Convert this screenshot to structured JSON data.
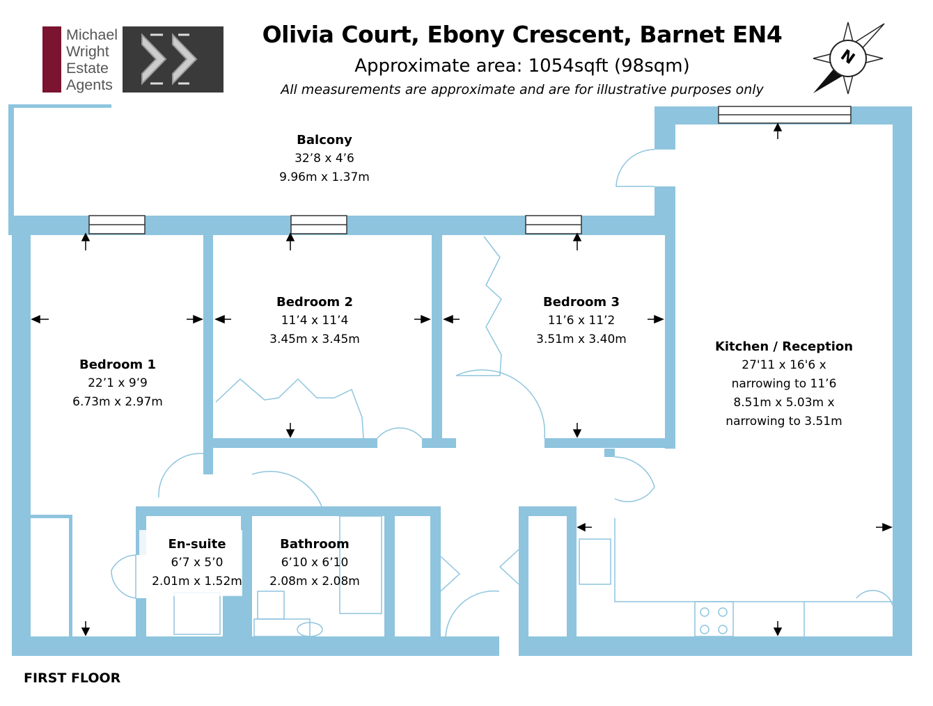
{
  "header": {
    "title": "Olivia Court, Ebony Crescent, Barnet EN4",
    "subtitle": "Approximate area: 1054sqft (98sqm)",
    "disclaimer": "All measurements are approximate and are for illustrative purposes only"
  },
  "logo": {
    "line1": "Michael",
    "line2": "Wright",
    "line3": "Estate",
    "line4": "Agents"
  },
  "compass": {
    "label": "N"
  },
  "rooms": {
    "balcony": {
      "name": "Balcony",
      "imperial": "32’8 x 4’6",
      "metric": "9.96m x 1.37m"
    },
    "bedroom1": {
      "name": "Bedroom 1",
      "imperial": "22’1 x 9’9",
      "metric": "6.73m x 2.97m"
    },
    "bedroom2": {
      "name": "Bedroom 2",
      "imperial": "11’4 x 11’4",
      "metric": "3.45m x 3.45m"
    },
    "bedroom3": {
      "name": "Bedroom 3",
      "imperial": "11’6 x 11’2",
      "metric": "3.51m x 3.40m"
    },
    "kitchen": {
      "name": "Kitchen / Reception",
      "line1": "27'11 x 16'6 x",
      "line2": "narrowing to 11’6",
      "line3": "8.51m x 5.03m x",
      "line4": "narrowing to 3.51m"
    },
    "ensuite": {
      "name": "En-suite",
      "imperial": "6’7 x 5’0",
      "metric": "2.01m x 1.52m"
    },
    "bathroom": {
      "name": "Bathroom",
      "imperial": "6’10 x 6’10",
      "metric": "2.08m x 2.08m"
    }
  },
  "floor_label": "FIRST FLOOR",
  "colors": {
    "wall": "#8ec4de",
    "brand_red": "#7a1430",
    "brand_dark": "#3a3a3a",
    "text": "#000000"
  }
}
